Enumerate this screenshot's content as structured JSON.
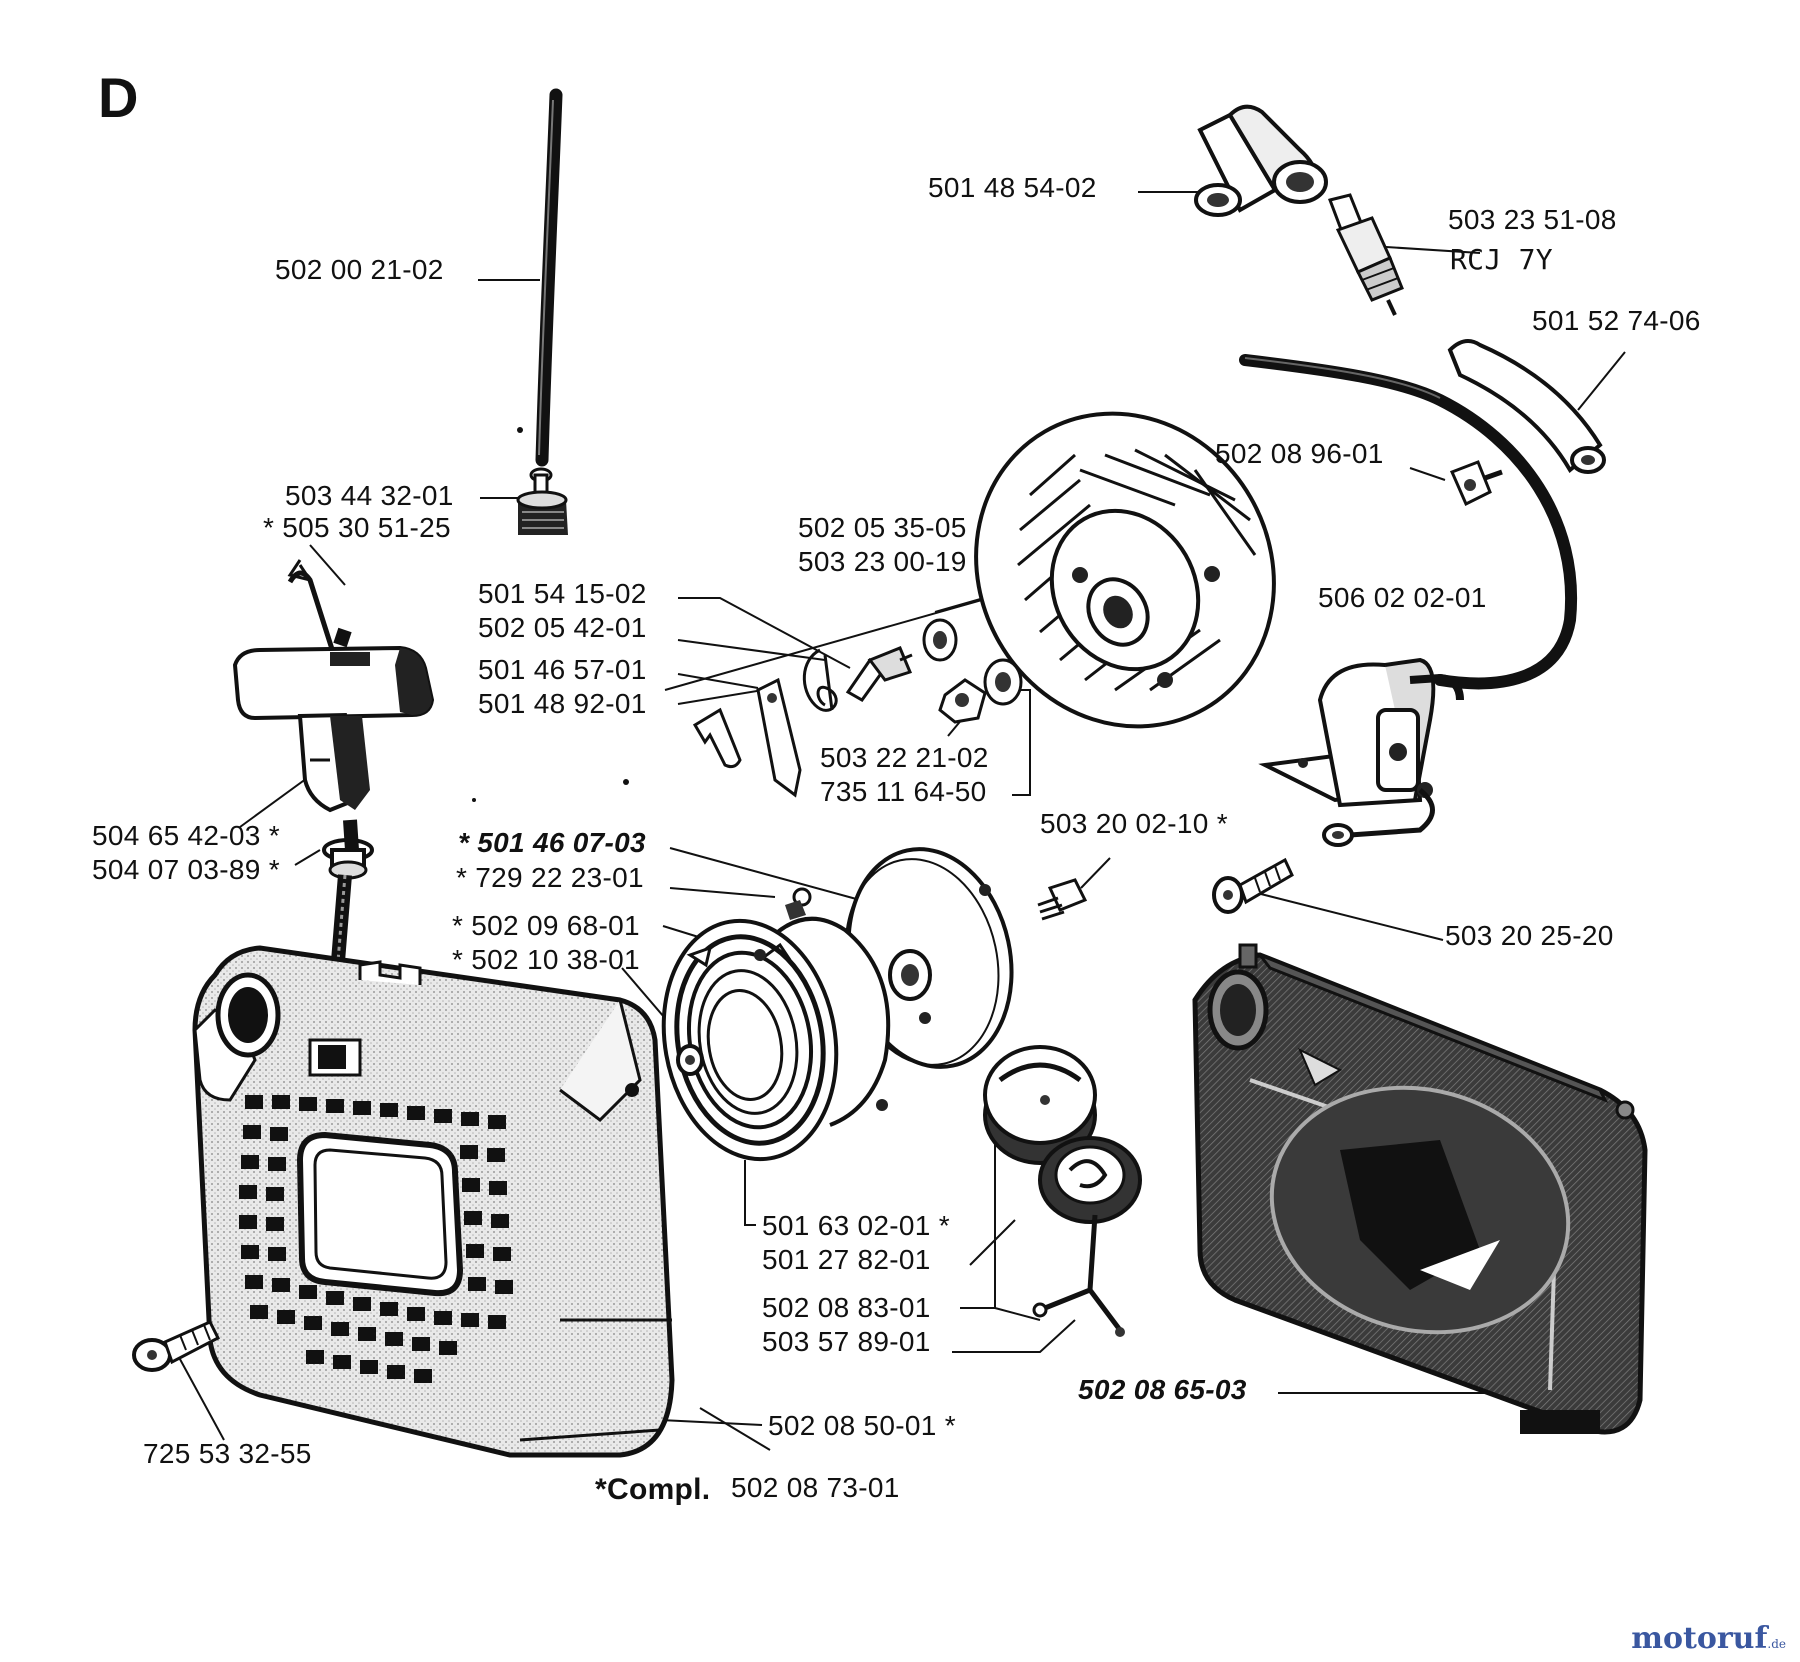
{
  "diagram": {
    "section_letter": "D",
    "labels": {
      "fuel_hose": "502 00 21-02",
      "fuel_filter_a": "503 44 32-01",
      "fuel_filter_b": "* 505 30 51-25",
      "plug_cap": "501 48 54-02",
      "spark_plug": "503 23 51-08",
      "spark_plug_type": "RCJ 7Y",
      "hv_lead": "501 52 74-06",
      "ignition_screw": "502 08 96-01",
      "flywheel_a": "502 05 35-05",
      "flywheel_b": "503 23 00-19",
      "ignition_module": "506 02 02-01",
      "pawl_a": "501 54 15-02",
      "pawl_b": "502 05 42-01",
      "pawl_c": "501 46 57-01",
      "pawl_d": "501 48 92-01",
      "nut_a": "503 22 21-02",
      "nut_b": "735 11 64-50",
      "coil_screw": "503 20 02-10 *",
      "handle_a": "504 65 42-03 *",
      "handle_b": "504 07 03-89 *",
      "pulley_a": "* 501 46 07-03",
      "pulley_b": "* 729 22 23-01",
      "spring_a": "* 502 09 68-01",
      "spring_b": "* 502 10 38-01",
      "cover_screw": "503 20 25-20",
      "spring_cassette_a": "501 63 02-01 *",
      "spring_cassette_b": "501 27 82-01",
      "cap_a": "502 08 83-01",
      "cap_b": "503 57 89-01",
      "tank": "502 08 65-03",
      "starter_screw": "725 53 32-55",
      "rope": "502 08 50-01 *",
      "compl_label": "*Compl.",
      "compl_number": "502 08 73-01"
    }
  },
  "watermark": {
    "main": "motoruf",
    "suffix": ".de"
  }
}
